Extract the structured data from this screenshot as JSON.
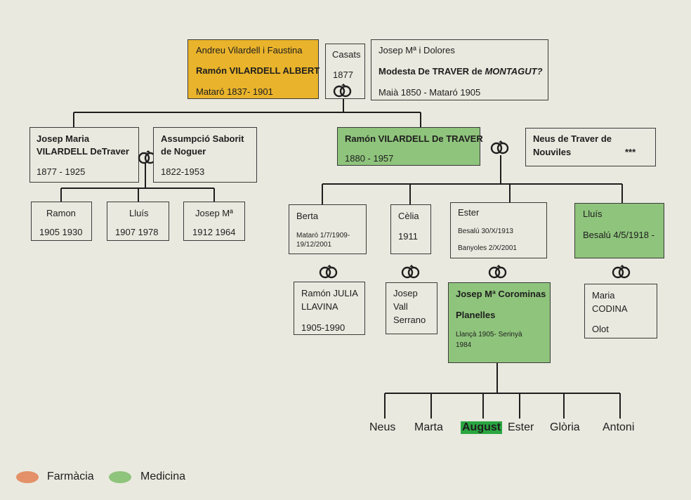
{
  "colors": {
    "pharmacy": "#e49068",
    "medicine": "#8fc47c",
    "highlight": "#2aa640",
    "orange_box": "#e9b32b",
    "background": "#e9e9df"
  },
  "root": {
    "husband": {
      "parents": "Andreu Vilardell i Faustina",
      "name": "Ramón VILARDELL ALBERT",
      "dates": "Mataró 1837- 1901"
    },
    "marriage": {
      "label": "Casats",
      "year": "1877"
    },
    "wife": {
      "parents": "Josep Mª i Dolores",
      "name": "Modesta De TRAVER de ",
      "name_italic": "MONTAGUT?",
      "dates": "Maià 1850 - Mataró 1905"
    }
  },
  "josep_maria": {
    "name1": "Josep Maria",
    "name2": "VILARDELL  DeTraver",
    "dates": "1877 - 1925"
  },
  "assumpcio": {
    "name1": "Assumpció Saborit",
    "name2": "de Noguer",
    "dates": "1822-1953"
  },
  "josep_children": [
    {
      "name": "Ramon",
      "dates": "1905  1930"
    },
    {
      "name": "Lluís",
      "dates": "1907  1978"
    },
    {
      "name": "Josep Mª",
      "dates": "1912  1964"
    }
  ],
  "ramon": {
    "name": "Ramón VILARDELL De TRAVER",
    "dates": "1880 - 1957"
  },
  "neus": {
    "name1": "Neus de Traver de",
    "name2": "Nouviles",
    "note": "***"
  },
  "ramon_children": {
    "berta": {
      "name": "Berta",
      "dates1": "Mataró 1/7/1909-",
      "dates2": "19/12/2001"
    },
    "celia": {
      "name": "Cèlia",
      "dates": "1911"
    },
    "ester": {
      "name": "Ester",
      "dates1": "Besalú 30/X/1913",
      "dates2": "Banyoles 2/X/2001"
    },
    "lluis": {
      "name": "Lluís",
      "dates": "Besalú 4/5/1918 -"
    }
  },
  "spouses": {
    "berta": {
      "name1": "Ramón JULIA",
      "name2": "LLAVINA",
      "dates": "1905-1990"
    },
    "celia": {
      "name1": "Josep",
      "name2": "Vall",
      "name3": "Serrano"
    },
    "ester": {
      "name1": "Josep Mª Corominas",
      "name2": "Planelles",
      "dates1": "Llançà 1905- Serinyà",
      "dates2": "1984"
    },
    "lluis": {
      "name1": "Maria",
      "name2": "CODINA",
      "place": "Olot"
    }
  },
  "grandchildren": [
    "Neus",
    "Marta",
    "August",
    "Ester",
    "Glòria",
    "Antoni"
  ],
  "legend": {
    "pharmacy": "Farmàcia",
    "medicine": "Medicina"
  }
}
